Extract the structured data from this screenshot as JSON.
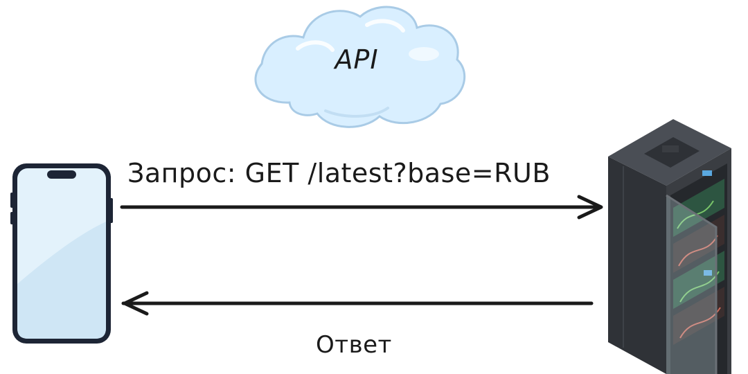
{
  "diagram": {
    "cloud": {
      "label": "API",
      "icon": "cloud-icon",
      "fill": "#d9efff",
      "stroke": "#a9cbe6"
    },
    "client": {
      "icon": "smartphone-icon",
      "body_color": "#1d2535",
      "screen_color": "#e3f2fb"
    },
    "server": {
      "icon": "server-rack-icon",
      "body_color": "#3a3d42"
    },
    "request": {
      "label": "Запрос: GET /latest?base=RUB",
      "direction": "client-to-server"
    },
    "response": {
      "label": "Ответ",
      "direction": "server-to-client"
    },
    "arrow_color": "#1a1a1a"
  }
}
